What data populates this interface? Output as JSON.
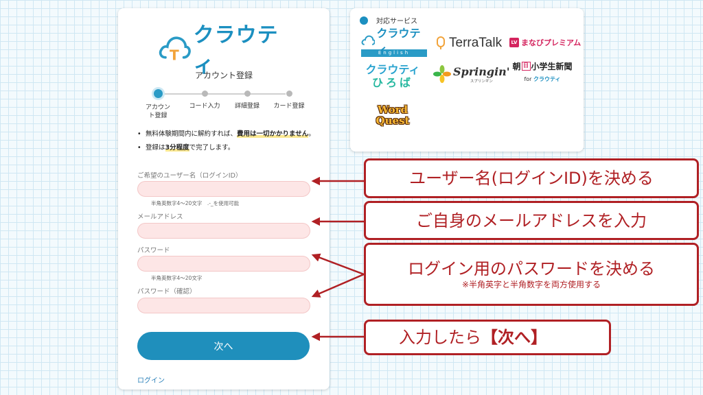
{
  "app": {
    "logo_text": "クラウティ",
    "logo_letter": "T",
    "page_title": "アカウント登録"
  },
  "stepper": {
    "steps": [
      {
        "label": "アカウント登録",
        "active": true
      },
      {
        "label": "コード入力",
        "active": false
      },
      {
        "label": "詳細登録",
        "active": false
      },
      {
        "label": "カード登録",
        "active": false
      }
    ]
  },
  "notes": {
    "n1_pre": "無料体験期間内に解約すれば、",
    "n1_bold": "費用は一切かかりません",
    "n1_post": "。",
    "n2_pre": "登録は",
    "n2_bold": "3分程度",
    "n2_post": "で完了します。"
  },
  "form": {
    "username_label": "ご希望のユーザー名（ログインID）",
    "username_value": "",
    "username_hint": "半角英数字4～20文字　.-_を使用可能",
    "email_label": "メールアドレス",
    "email_value": "",
    "password_label": "パスワード",
    "password_value": "",
    "password_hint": "半角英数字4～20文字",
    "password_confirm_label": "パスワード（確認）",
    "password_confirm_value": "",
    "next_label": "次へ",
    "login_link": "ログイン"
  },
  "services": {
    "heading": "対応サービス",
    "items": {
      "crowty_english": {
        "name": "クラウティ",
        "sub": "English"
      },
      "terratalk": {
        "name": "TerraTalk"
      },
      "manabi": {
        "badge": "LV",
        "name": "まなびプレミアム"
      },
      "hiroba": {
        "line1": "クラウティ",
        "line2": "ひろば"
      },
      "springin": {
        "name": "Springin'",
        "kana": "スプリンギン"
      },
      "asahi": {
        "pre": "朝",
        "box": "日",
        "post": "小学生新聞",
        "for": "for",
        "brand": "クラウティ"
      },
      "wordquest": {
        "line1": "Word",
        "line2": "Quest"
      }
    }
  },
  "callouts": {
    "username": "ユーザー名(ログインID)を決める",
    "email": "ご自身のメールアドレスを入力",
    "password": "ログイン用のパスワードを決める",
    "password_note": "※半角英字と半角数字を両方使用する",
    "next_pre": "入力したら",
    "next_bold": "【次へ】"
  },
  "colors": {
    "brand": "#1b8fc0",
    "callout": "#b02024",
    "input_bg": "#fde6e6",
    "button": "#1f8fbc"
  }
}
